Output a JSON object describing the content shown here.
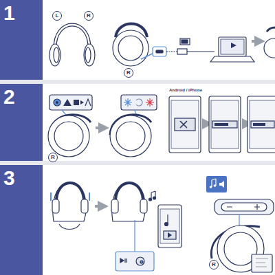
{
  "diagram": {
    "nodes": [
      {
        "text": [
          "1"
        ]
      },
      {
        "text": [
          "L"
        ]
      },
      {
        "text": [
          "R"
        ]
      },
      {
        "text": [
          "R"
        ]
      },
      {
        "text": [
          "2"
        ]
      },
      {
        "text": [
          "R"
        ]
      },
      {
        "text": [
          "3"
        ]
      },
      {
        "text": [
          "R"
        ]
      }
    ],
    "labels": [
      "Android / iPhone"
    ]
  }
}
